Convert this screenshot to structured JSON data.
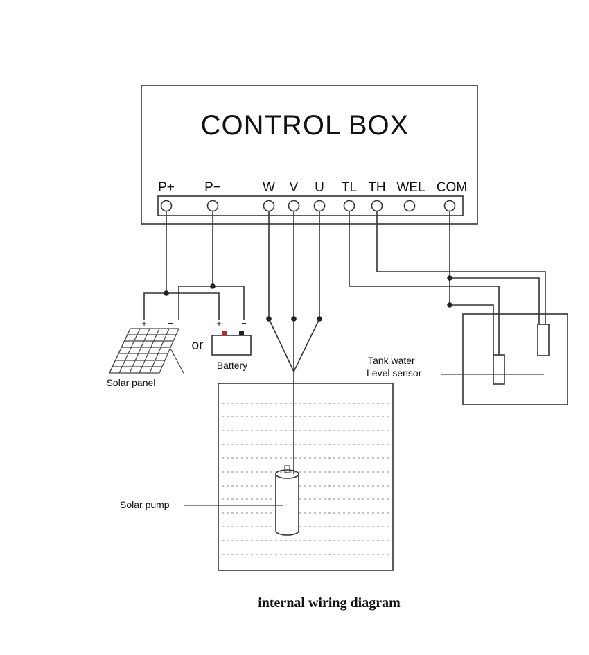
{
  "control_box": {
    "title": "CONTROL BOX",
    "terminals": [
      {
        "id": "p-plus",
        "label": "P+"
      },
      {
        "id": "p-minus",
        "label": "P−"
      },
      {
        "id": "w",
        "label": "W"
      },
      {
        "id": "v",
        "label": "V"
      },
      {
        "id": "u",
        "label": "U"
      },
      {
        "id": "tl",
        "label": "TL"
      },
      {
        "id": "th",
        "label": "TH"
      },
      {
        "id": "wel",
        "label": "WEL"
      },
      {
        "id": "com",
        "label": "COM"
      }
    ]
  },
  "power": {
    "solar_panel_label": "Solar panel",
    "battery_label": "Battery",
    "or_label": "or",
    "plus_sign": "+",
    "minus_sign": "−"
  },
  "sensor": {
    "label_line1": "Tank water",
    "label_line2": "Level sensor"
  },
  "pump": {
    "label": "Solar pump"
  },
  "caption": "internal wiring diagram",
  "colors": {
    "line": "#333333",
    "battery_plus": "#cc2222",
    "battery_minus": "#222222"
  }
}
